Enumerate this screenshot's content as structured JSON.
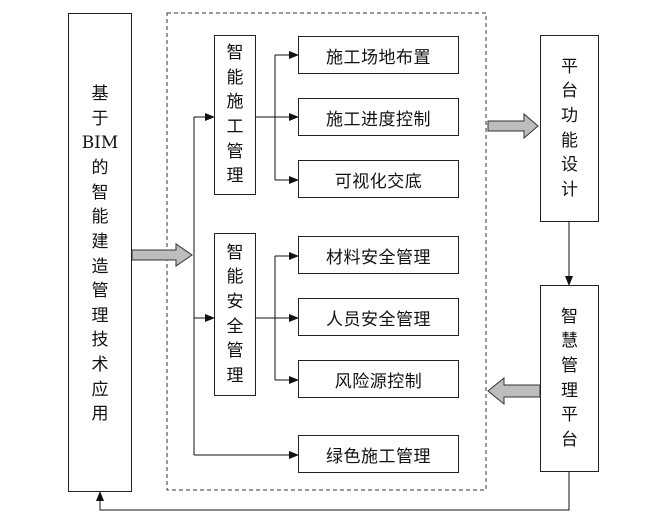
{
  "left_box": {
    "chars": [
      "基",
      "于",
      "BIM",
      "的",
      "智",
      "能",
      "建",
      "造",
      "管",
      "理",
      "技",
      "术",
      "应",
      "用"
    ]
  },
  "group_smart_construction": {
    "chars": [
      "智",
      "能",
      "施",
      "工",
      "管",
      "理"
    ]
  },
  "group_smart_safety": {
    "chars": [
      "智",
      "能",
      "安",
      "全",
      "管",
      "理"
    ]
  },
  "items": {
    "site_layout": "施工场地布置",
    "progress_control": "施工进度控制",
    "visual_briefing": "可视化交底",
    "material_safety": "材料安全管理",
    "personnel_safety": "人员安全管理",
    "risk_control": "风险源控制",
    "green_construction": "绿色施工管理"
  },
  "platform_design": {
    "chars": [
      "平",
      "台",
      "功",
      "能",
      "设",
      "计"
    ]
  },
  "smart_platform": {
    "chars": [
      "智",
      "慧",
      "管",
      "理",
      "平",
      "台"
    ]
  }
}
